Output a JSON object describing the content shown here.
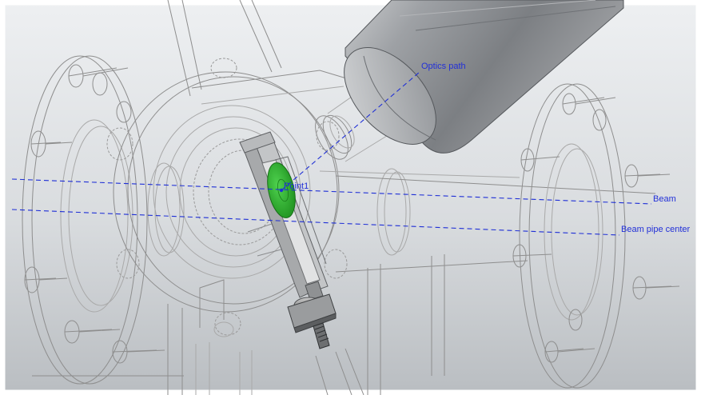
{
  "viewport": {
    "background_top": "#eef0f2",
    "background_bottom": "#b8bcc0",
    "wire_color": "#8e8e8e",
    "sketch_color": "#1f2fd6",
    "target_color": "#2fb82f",
    "tube_color": "#8a8d91"
  },
  "sketch_labels": {
    "optics_path": "Optics path",
    "beam": "Beam",
    "beam_pipe_center": "Beam pipe center",
    "point_label": "Point1"
  }
}
